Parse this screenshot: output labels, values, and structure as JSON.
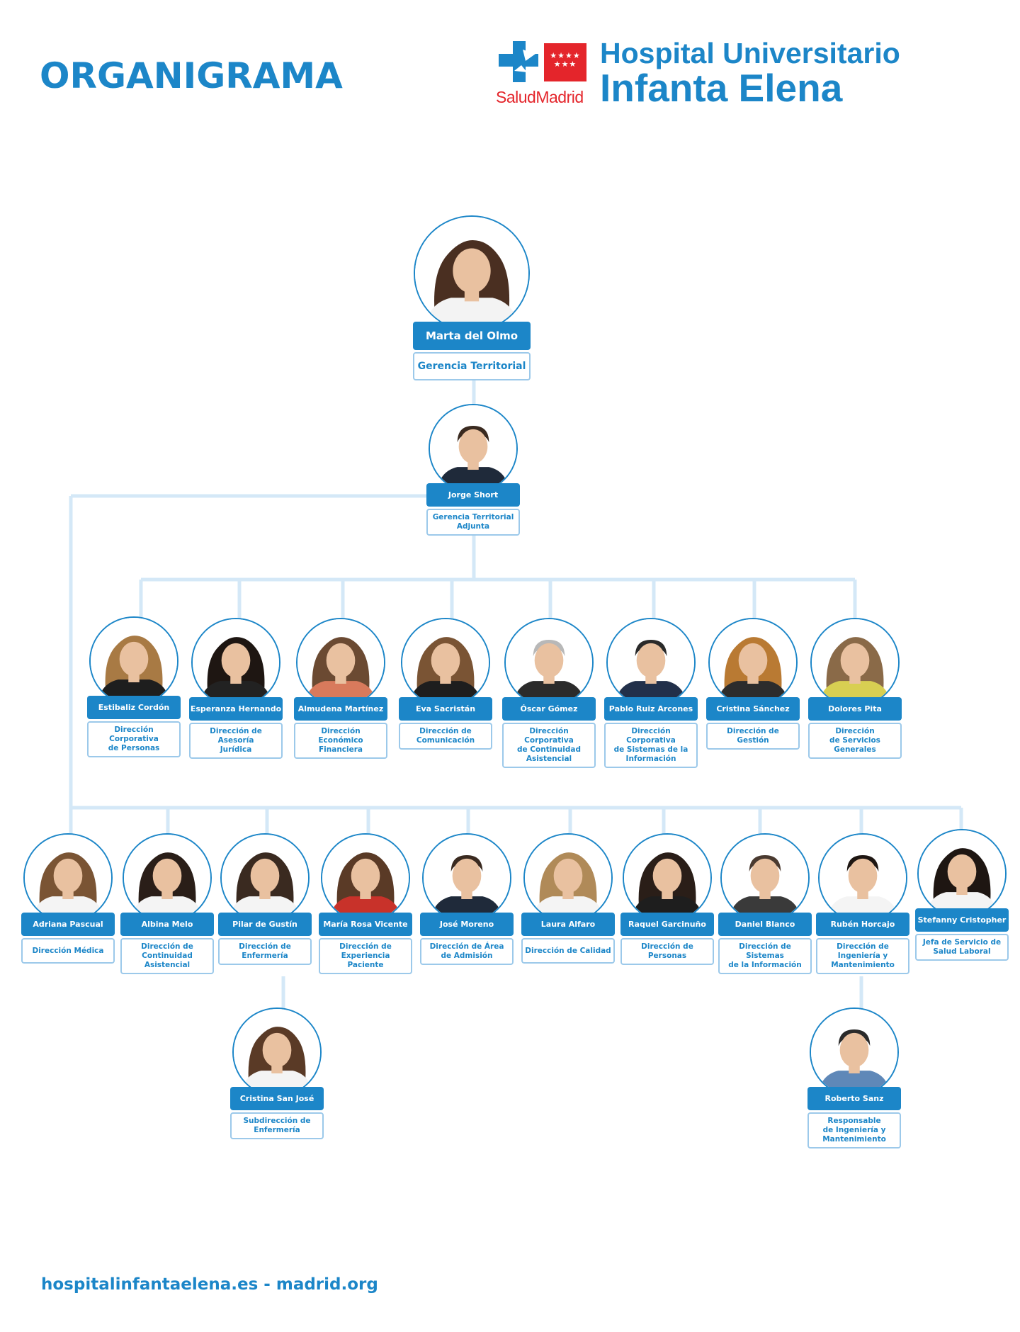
{
  "header": {
    "title": "ORGANIGRAMA",
    "logo": {
      "brand_small": "SaludMadrid",
      "line1": "Hospital Universitario",
      "line2": "Infanta Elena",
      "flag_stars": "★★★★ ★★★",
      "colors": {
        "blue": "#1c86c8",
        "red": "#e4252b"
      }
    }
  },
  "people": [
    {
      "id": "marta",
      "name": "Marta del Olmo",
      "role": "Gerencia Territorial",
      "gender": "f",
      "hair": "#4a2f21",
      "shirt": "#f3f3f3"
    },
    {
      "id": "jorge",
      "name": "Jorge Short",
      "role": "Gerencia Territorial\nAdjunta",
      "gender": "m",
      "hair": "#3a2a20",
      "shirt": "#1f2a3a"
    },
    {
      "id": "estibaliz",
      "name": "Estibaliz Cordón",
      "role": "Dirección Corporativa\nde Personas",
      "gender": "f",
      "hair": "#a87a44",
      "shirt": "#1e1e1e"
    },
    {
      "id": "esperanza",
      "name": "Esperanza Hernando",
      "role": "Dirección de Asesoría\nJurídica",
      "gender": "f",
      "hair": "#1e1612",
      "shirt": "#222222"
    },
    {
      "id": "almudena",
      "name": "Almudena Martínez",
      "role": "Dirección\nEconómico\nFinanciera",
      "gender": "f",
      "hair": "#6b4a32",
      "shirt": "#d87a5c"
    },
    {
      "id": "eva",
      "name": "Eva Sacristán",
      "role": "Dirección de\nComunicación",
      "gender": "f",
      "hair": "#7a5434",
      "shirt": "#1e1e1e"
    },
    {
      "id": "oscar",
      "name": "Óscar Gómez",
      "role": "Dirección Corporativa\nde Continuidad\nAsistencial",
      "gender": "m",
      "hair": "#b8b8b8",
      "shirt": "#2b2b2b"
    },
    {
      "id": "pablo",
      "name": "Pablo Ruiz Arcones",
      "role": "Dirección Corporativa\nde Sistemas de la\nInformación",
      "gender": "m",
      "hair": "#2a2a2a",
      "shirt": "#22304a"
    },
    {
      "id": "cristina-s",
      "name": "Cristina Sánchez",
      "role": "Dirección de\nGestión",
      "gender": "f",
      "hair": "#b97a33",
      "shirt": "#2c2c2c"
    },
    {
      "id": "dolores",
      "name": "Dolores Pita",
      "role": "Dirección\nde Servicios\nGenerales",
      "gender": "f",
      "hair": "#8a6a48",
      "shirt": "#d8cf52"
    },
    {
      "id": "adriana",
      "name": "Adriana Pascual",
      "role": "Dirección Médica",
      "gender": "f",
      "hair": "#7a5434",
      "shirt": "#f4f4f4"
    },
    {
      "id": "albina",
      "name": "Albina Melo",
      "role": "Dirección de\nContinuidad\nAsistencial",
      "gender": "f",
      "hair": "#2a1e18",
      "shirt": "#f4f4f4"
    },
    {
      "id": "pilar",
      "name": "Pilar de Gustín",
      "role": "Dirección de\nEnfermería",
      "gender": "f",
      "hair": "#3a2a20",
      "shirt": "#f4f4f4"
    },
    {
      "id": "maria-rosa",
      "name": "María Rosa Vicente",
      "role": "Dirección de\nExperiencia Paciente",
      "gender": "f",
      "hair": "#5a3a26",
      "shirt": "#c8322a"
    },
    {
      "id": "jose",
      "name": "José Moreno",
      "role": "Dirección de Área\nde Admisión",
      "gender": "m",
      "hair": "#3a2a20",
      "shirt": "#1f2a3a"
    },
    {
      "id": "laura",
      "name": "Laura Alfaro",
      "role": "Dirección de Calidad",
      "gender": "f",
      "hair": "#b08a58",
      "shirt": "#f4f4f4"
    },
    {
      "id": "raquel",
      "name": "Raquel Garcinuño",
      "role": "Dirección de Personas",
      "gender": "f",
      "hair": "#2a1e18",
      "shirt": "#1e1e1e"
    },
    {
      "id": "daniel",
      "name": "Daniel Blanco",
      "role": "Dirección de Sistemas\nde la Información",
      "gender": "m",
      "hair": "#4a3a30",
      "shirt": "#3a3a3a"
    },
    {
      "id": "ruben",
      "name": "Rubén Horcajo",
      "role": "Dirección de\nIngeniería y\nMantenimiento",
      "gender": "m",
      "hair": "#1e1612",
      "shirt": "#f4f4f4"
    },
    {
      "id": "stefanny",
      "name": "Stefanny Cristopher",
      "role": "Jefa de Servicio de\nSalud Laboral",
      "gender": "f",
      "hair": "#1e1612",
      "shirt": "#f4f4f4"
    },
    {
      "id": "cristina-sj",
      "name": "Cristina San José",
      "role": "Subdirección de\nEnfermería",
      "gender": "f",
      "hair": "#5a3a26",
      "shirt": "#f4f4f4"
    },
    {
      "id": "roberto",
      "name": "Roberto Sanz",
      "role": "Responsable\nde Ingeniería y\nMantenimiento",
      "gender": "m",
      "hair": "#2a2a2a",
      "shirt": "#5f88b8"
    }
  ],
  "footer": {
    "text": "hospitalinfantaelena.es - madrid.org"
  },
  "colors": {
    "primary": "#1c86c8",
    "connector": "#d4e8f7",
    "role_border": "#9cc9ea"
  }
}
